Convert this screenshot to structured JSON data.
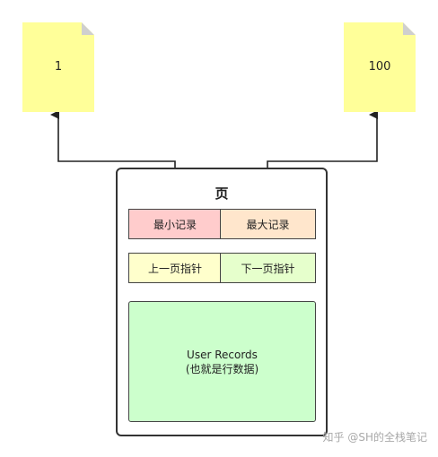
{
  "top_boxes": {
    "left_value": "1",
    "right_value": "100",
    "fill_color": "#ffff99"
  },
  "page": {
    "title": "页",
    "min_record": "最小记录",
    "max_record": "最大记录",
    "prev_pointer": "上一页指针",
    "next_pointer": "下一页指针",
    "user_records_line1": "User Records",
    "user_records_line2": "(也就是行数据)"
  },
  "colors": {
    "min_record": "#ffcccc",
    "max_record": "#ffe6cc",
    "prev_pointer": "#ffffcc",
    "next_pointer": "#e6ffcc",
    "user_records": "#ccffcc"
  },
  "watermark": "知乎 @SH的全栈笔记"
}
